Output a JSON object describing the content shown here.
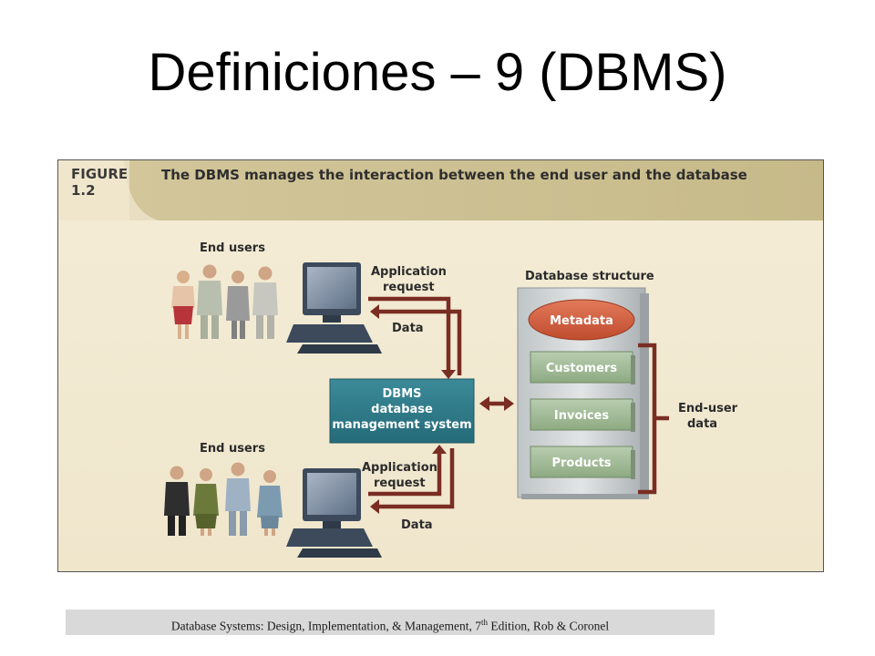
{
  "slide": {
    "title": "Definiciones – 9 (DBMS)"
  },
  "figure": {
    "label_line1": "FIGURE",
    "label_line2": "1.2",
    "caption": "The DBMS manages the interaction between the end user and the database",
    "end_users_top": "End users",
    "end_users_bottom": "End users",
    "app_request_top_1": "Application",
    "app_request_top_2": "request",
    "app_request_bottom_1": "Application",
    "app_request_bottom_2": "request",
    "data_top": "Data",
    "data_bottom": "Data",
    "dbms_line1": "DBMS",
    "dbms_line2": "database",
    "dbms_line3": "management system",
    "db_structure": "Database structure",
    "metadata": "Metadata",
    "tables": [
      "Customers",
      "Invoices",
      "Products"
    ],
    "end_user_data_1": "End-user",
    "end_user_data_2": "data"
  },
  "footer": {
    "text_before": "Database Systems: Design, Implementation, & Management, 7",
    "superscript": "th",
    "text_after": " Edition, Rob & Coronel"
  }
}
